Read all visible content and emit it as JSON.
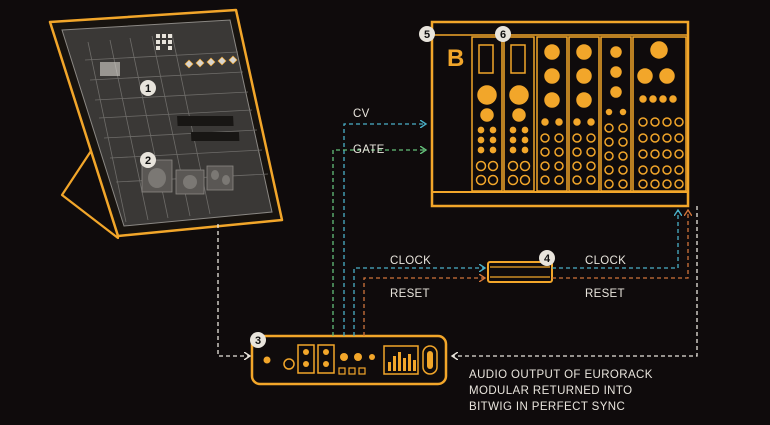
{
  "labels": {
    "cv": "CV",
    "gate": "GATE",
    "clock_in": "CLOCK",
    "reset_in": "RESET",
    "clock_out": "CLOCK",
    "reset_out": "RESET"
  },
  "caption": {
    "line1": "AUDIO OUTPUT OF EURORACK",
    "line2": "MODULAR RETURNED INTO",
    "line3": "BITWIG IN PERFECT SYNC"
  },
  "markers": [
    "1",
    "2",
    "3",
    "4",
    "5",
    "6"
  ],
  "rack_brand": "B",
  "colors": {
    "background": "#0f0b0c",
    "accent": "#f2a62a",
    "line": "#e8e4dc",
    "cv_line": "#4ab0c8",
    "gate_line": "#63c07a",
    "clock_line": "#4ab0c8",
    "reset_line": "#d0743a"
  }
}
